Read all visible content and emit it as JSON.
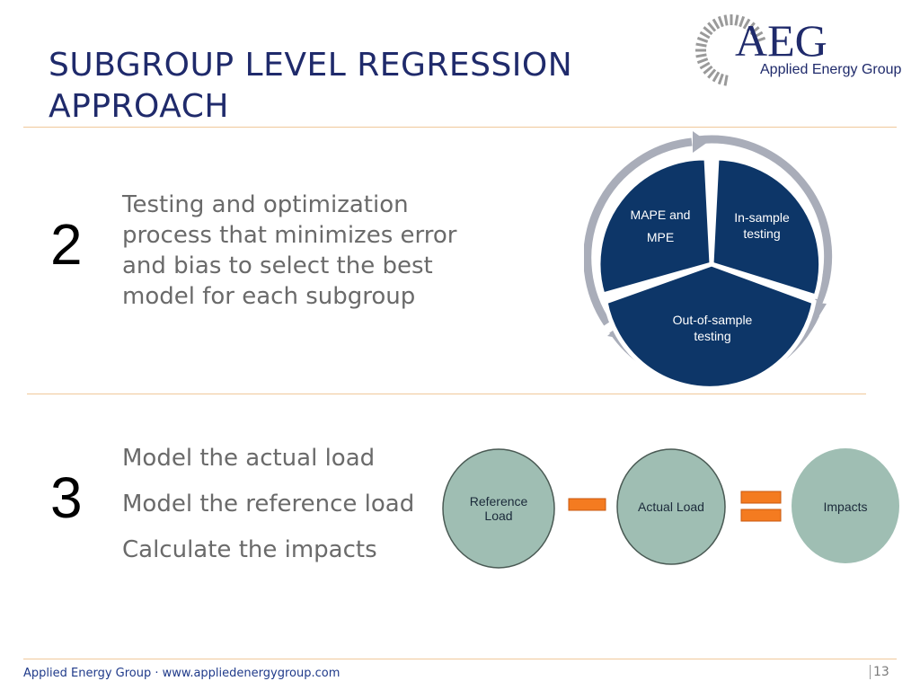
{
  "slide": {
    "title_lines": [
      "SUBGROUP LEVEL REGRESSION",
      "APPROACH"
    ]
  },
  "logo": {
    "mark": "AEG",
    "name": "Applied Energy Group"
  },
  "step2": {
    "number": "2",
    "text": "Testing and optimization process that minimizes error and bias to select the best model for each subgroup",
    "cycle": {
      "segments": [
        {
          "lines": [
            "MAPE and",
            "MPE"
          ]
        },
        {
          "lines": [
            "In-sample",
            "testing"
          ]
        },
        {
          "lines": [
            "Out-of-sample",
            "testing"
          ]
        }
      ]
    }
  },
  "step3": {
    "number": "3",
    "items": [
      "Model the actual load",
      "Model the reference load",
      "Calculate the impacts"
    ],
    "flow": {
      "nodes": [
        {
          "lines": [
            "Reference",
            "Load"
          ]
        },
        {
          "lines": [
            "Actual Load"
          ]
        },
        {
          "lines": [
            "Impacts"
          ]
        }
      ],
      "operators": [
        "minus-icon",
        "equals-icon"
      ]
    }
  },
  "footer": {
    "text": "Applied Energy Group · www.appliedenergygroup.com",
    "page": "13"
  },
  "colors": {
    "title": "#1f2a6b",
    "cycle_fill": "#0d3668",
    "cycle_ring": "#a9adb9",
    "node_fill": "#9fbeb3",
    "operator": "#f47b20",
    "rule": "#f0c89a"
  }
}
